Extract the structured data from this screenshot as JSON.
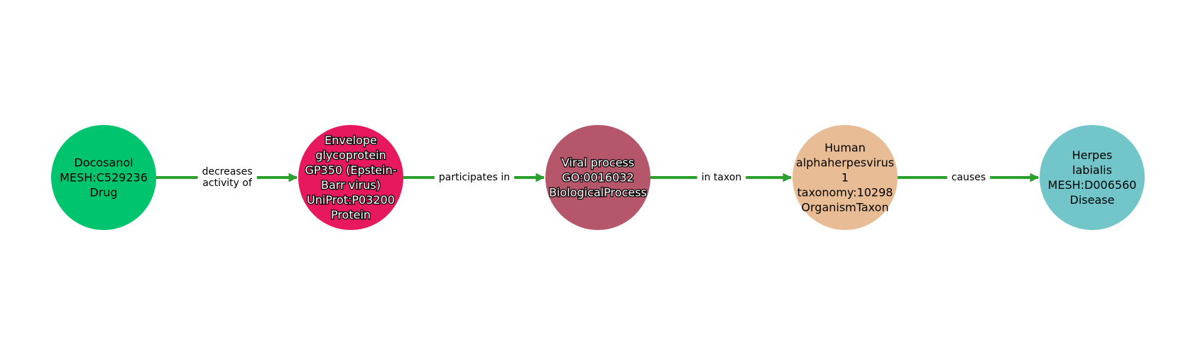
{
  "graph": {
    "edge_color": "#2ca02c",
    "nodes": [
      {
        "id": "docosanol",
        "lines": [
          "Docosanol",
          "MESH:C529236",
          "Drug"
        ],
        "color": "#00c46e",
        "text": "dark"
      },
      {
        "id": "gp350",
        "lines": [
          "Envelope",
          "glycoprotein",
          "GP350 (Epstein-",
          "Barr virus)",
          "UniProt:P03200",
          "Protein"
        ],
        "color": "#e8185f",
        "text": "light"
      },
      {
        "id": "viral-process",
        "lines": [
          "Viral process",
          "GO:0016032",
          "BiologicalProcess"
        ],
        "color": "#b5566b",
        "text": "light"
      },
      {
        "id": "hhv1",
        "lines": [
          "Human",
          "alphaherpesvirus",
          "1",
          "taxonomy:10298",
          "OrganismTaxon"
        ],
        "color": "#e8bd95",
        "text": "dark"
      },
      {
        "id": "herpes-labialis",
        "lines": [
          "Herpes",
          "labialis",
          "MESH:D006560",
          "Disease"
        ],
        "color": "#72c6ca",
        "text": "dark"
      }
    ],
    "edges": [
      {
        "label_lines": [
          "decreases",
          "activity of"
        ]
      },
      {
        "label_lines": [
          "participates in"
        ]
      },
      {
        "label_lines": [
          "in taxon"
        ]
      },
      {
        "label_lines": [
          "causes"
        ]
      }
    ]
  }
}
